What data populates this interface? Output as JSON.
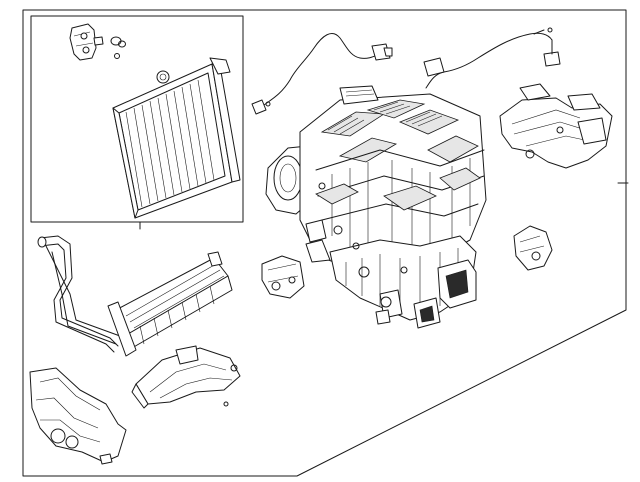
{
  "diagram": {
    "kind": "exploded-parts-view",
    "line_color": "#1a1a1a",
    "background_color": "#ffffff",
    "parts": [
      {
        "id": "expansion-valve"
      },
      {
        "id": "o-rings"
      },
      {
        "id": "evaporator-core"
      },
      {
        "id": "evaporator-inset-box"
      },
      {
        "id": "heater-pipe"
      },
      {
        "id": "heater-core"
      },
      {
        "id": "hvac-case-assembly"
      },
      {
        "id": "wiring-harness-left"
      },
      {
        "id": "wiring-harness-right"
      },
      {
        "id": "mode-door-actuator-housing"
      },
      {
        "id": "blend-door-actuator"
      },
      {
        "id": "small-actuator"
      },
      {
        "id": "lower-duct-cover"
      },
      {
        "id": "floor-duct"
      }
    ]
  }
}
